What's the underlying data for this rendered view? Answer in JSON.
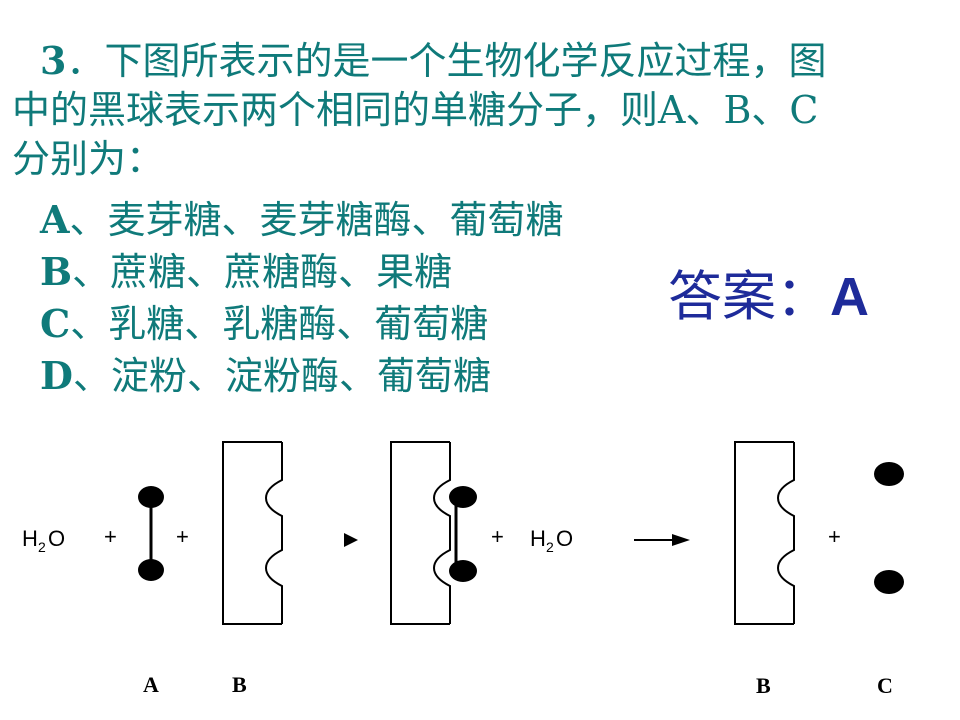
{
  "question": {
    "number": "3",
    "line1": "．下图所表示的是一个生物化学反应过程，图",
    "line2": "中的黑球表示两个相同的单糖分子，则A、B、C",
    "line3": "分别为："
  },
  "options": [
    {
      "key": "A",
      "text": "、麦芽糖、麦芽糖酶、葡萄糖"
    },
    {
      "key": "B",
      "text": "、蔗糖、蔗糖酶、果糖"
    },
    {
      "key": "C",
      "text": "、乳糖、乳糖酶、葡萄糖"
    },
    {
      "key": "D",
      "text": "、淀粉、淀粉酶、葡萄糖"
    }
  ],
  "answer": {
    "label": "答案：",
    "value": "A"
  },
  "diagram": {
    "water_h": "H",
    "water_sub": "2",
    "water_o": "O",
    "plus": "+",
    "labels": {
      "a": "A",
      "b1": "B",
      "b2": "B",
      "c": "C"
    }
  },
  "colors": {
    "question_text": "#0f7a7a",
    "answer_text": "#1e2b9a"
  }
}
